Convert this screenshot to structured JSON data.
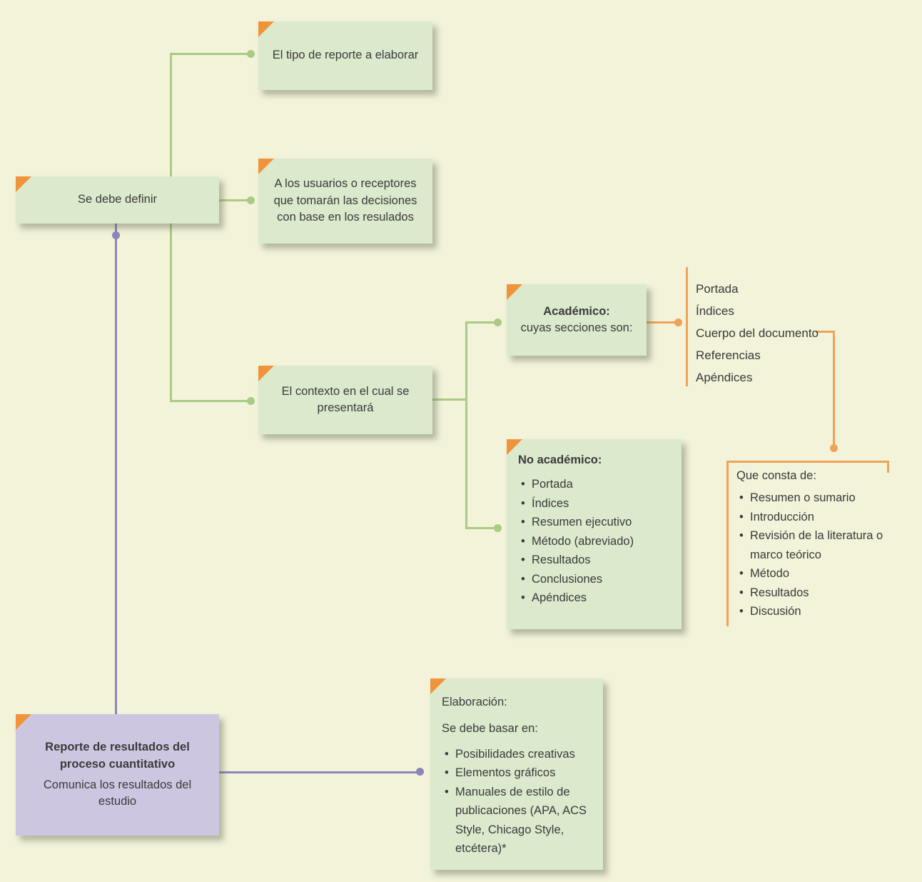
{
  "colors": {
    "background": "#f2f3d9",
    "box_green": "#dbe9cd",
    "box_purple": "#cdc6e1",
    "corner_orange": "#f0943c",
    "line_green": "#a9cb83",
    "line_purple": "#8d84ba",
    "line_orange": "#f0a258",
    "text": "#3a3a3a"
  },
  "nodes": {
    "definir": {
      "label": "Se debe definir"
    },
    "tipo": {
      "label": "El tipo de reporte a elaborar"
    },
    "usuarios": {
      "label": "A los usuarios o receptores que tomarán las decisiones con base en los resulados"
    },
    "contexto": {
      "label": "El contexto en el cual se presentará"
    },
    "academico": {
      "title": "Académico:",
      "subtitle": "cuyas secciones son:"
    },
    "academico_secciones": {
      "items": [
        "Portada",
        "Índices",
        "Cuerpo del documento",
        "Referencias",
        "Apéndices"
      ]
    },
    "no_academico": {
      "title": "No académico:",
      "items": [
        "Portada",
        "Índices",
        "Resumen ejecutivo",
        "Método (abreviado)",
        "Resultados",
        "Conclusiones",
        "Apéndices"
      ]
    },
    "que_consta": {
      "title": "Que consta de:",
      "items": [
        "Resumen o sumario",
        "Introducción",
        "Revisión de la literatura o marco teórico",
        "Método",
        "Resultados",
        "Discusión"
      ]
    },
    "reporte": {
      "title": "Reporte de resultados del proceso cuantitativo",
      "subtitle": "Comunica los resultados del estudio"
    },
    "elaboracion": {
      "title": "Elaboración:",
      "subtitle": "Se debe basar en:",
      "items": [
        "Posibilidades creativas",
        "Elementos gráficos",
        "Manuales de estilo de publicaciones (APA, ACS Style, Chicago Style, etcétera)*"
      ]
    }
  }
}
